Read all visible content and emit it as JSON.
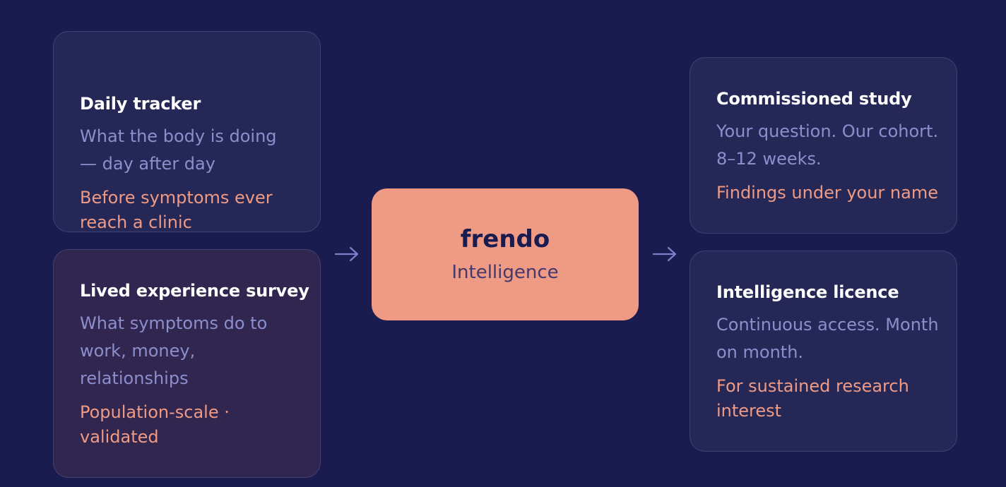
{
  "inputs": [
    {
      "title": "Daily tracker",
      "description": "What the body is doing — day after day",
      "note": "Before symptoms ever reach a clinic"
    },
    {
      "title": "Lived experience survey",
      "description": "What symptoms do to work, money, relationships",
      "note": "Population-scale · validated"
    }
  ],
  "hub": {
    "brand": "frendo",
    "subtitle": "Intelligence"
  },
  "outputs": [
    {
      "title": "Commissioned study",
      "description": "Your question. Our cohort. 8–12 weeks.",
      "note": "Findings under your name"
    },
    {
      "title": "Intelligence licence",
      "description": "Continuous access. Month on month.",
      "note": "For sustained research interest"
    }
  ],
  "colors": {
    "background": "#1a1c4f",
    "card": "#252857",
    "card_alt": "#30264f",
    "accent": "#ef9a84",
    "muted_text": "#8c8fcc",
    "arrow": "#7d80c9"
  },
  "icons": {
    "connector": "arrow-right-icon"
  }
}
